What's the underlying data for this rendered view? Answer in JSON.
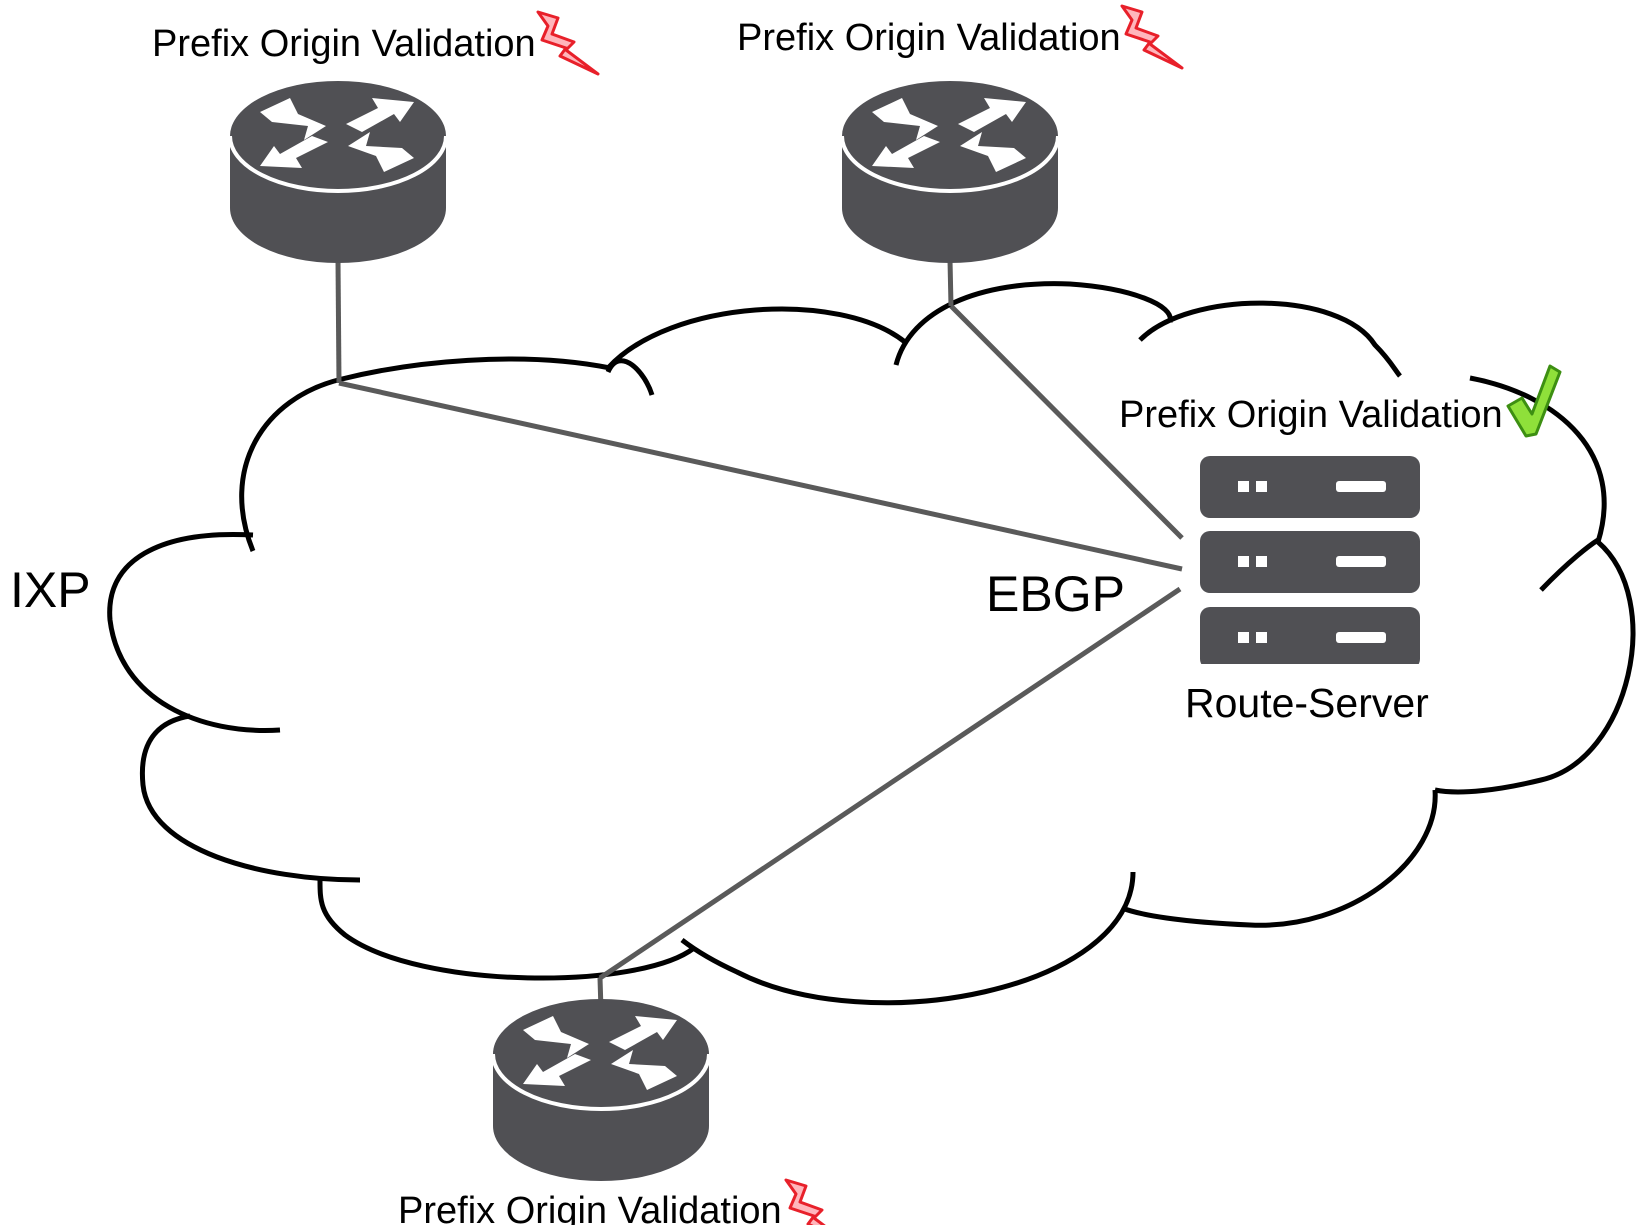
{
  "diagram": {
    "ixp_label": "IXP",
    "ebgp_label": "EBGP",
    "route_server": {
      "label": "Route-Server",
      "validation_label": "Prefix Origin Validation",
      "status_icon": "checkmark-icon"
    },
    "routers": [
      {
        "validation_label": "Prefix Origin Validation",
        "status_icon": "lightning-icon"
      },
      {
        "validation_label": "Prefix Origin Validation",
        "status_icon": "lightning-icon"
      },
      {
        "validation_label": "Prefix Origin Validation",
        "status_icon": "lightning-icon"
      }
    ],
    "colors": {
      "device": "#505054",
      "cloud_stroke": "#000000",
      "link": "#5a5a5a",
      "lightning_fill": "#ffb6bc",
      "lightning_stroke": "#e8202a",
      "check_fill": "#8fe03a",
      "check_stroke": "#3d8f12"
    }
  }
}
